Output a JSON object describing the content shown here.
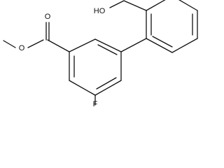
{
  "figure": {
    "labels": {
      "carbonyl_o": "O",
      "ester_o": "O",
      "hydroxyl": "HO",
      "fluorine": "F"
    }
  }
}
